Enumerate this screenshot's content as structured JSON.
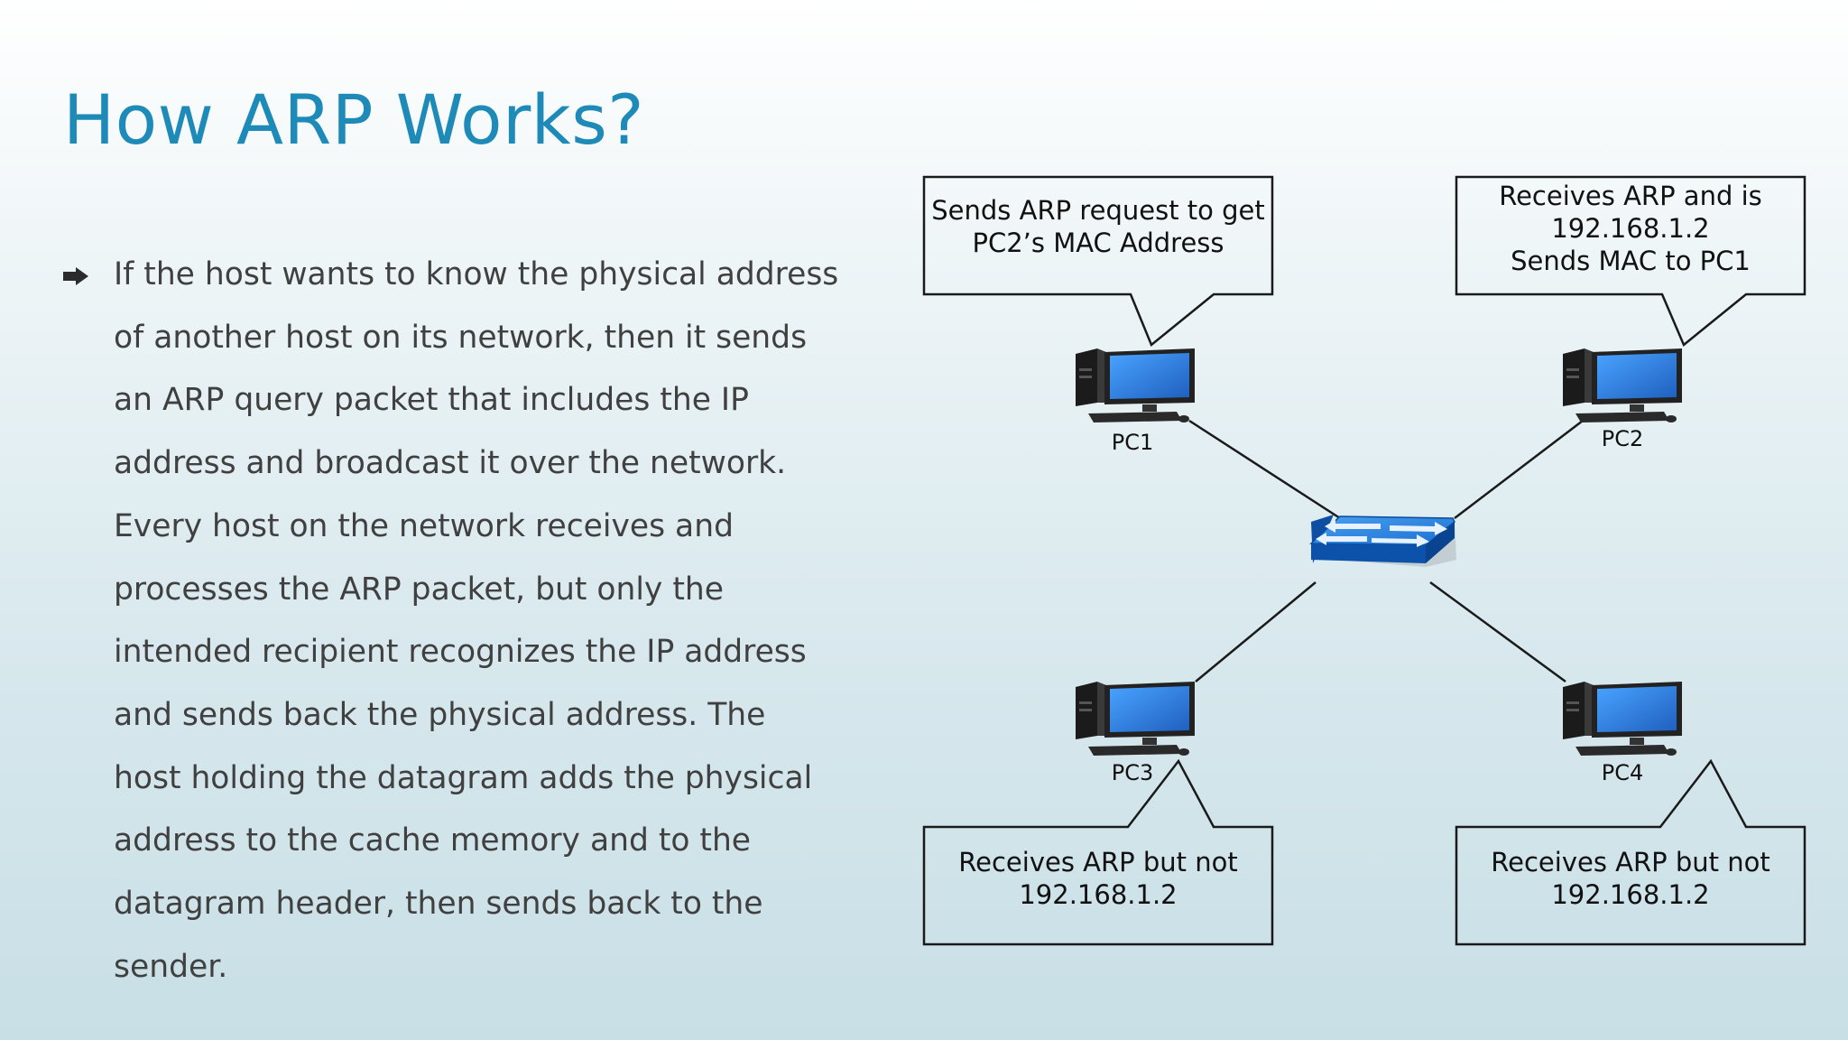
{
  "slide": {
    "title": "How ARP Works?",
    "bullet": {
      "icon": "right-arrow-bullet-icon",
      "text": "If the host wants to know the physical address of another host on its network, then it sends an ARP query packet that includes the IP address and broadcast it over the network. Every host on the network receives and processes the ARP packet, but only the intended recipient recognizes the IP address and sends back the physical address. The host holding the datagram adds the physical address to the cache memory and to the datagram header, then sends back to the sender."
    }
  },
  "diagram": {
    "center_device": "network-switch-icon",
    "computer_icon": "desktop-computer-icon",
    "pcs": [
      {
        "label": "PC1"
      },
      {
        "label": "PC2"
      },
      {
        "label": "PC3"
      },
      {
        "label": "PC4"
      }
    ],
    "callouts": [
      {
        "text": "Sends ARP request to get\nPC2’s MAC Address"
      },
      {
        "text": "Receives ARP and is\n192.168.1.2\nSends MAC to PC1"
      },
      {
        "text": "Receives ARP but not\n192.168.1.2"
      },
      {
        "text": "Receives ARP but not\n192.168.1.2"
      }
    ]
  },
  "colors": {
    "title": "#1e8ab8",
    "body_text": "#404040",
    "switch_blue": "#1a6fd1",
    "monitor_screen": "#2f7fe0"
  }
}
